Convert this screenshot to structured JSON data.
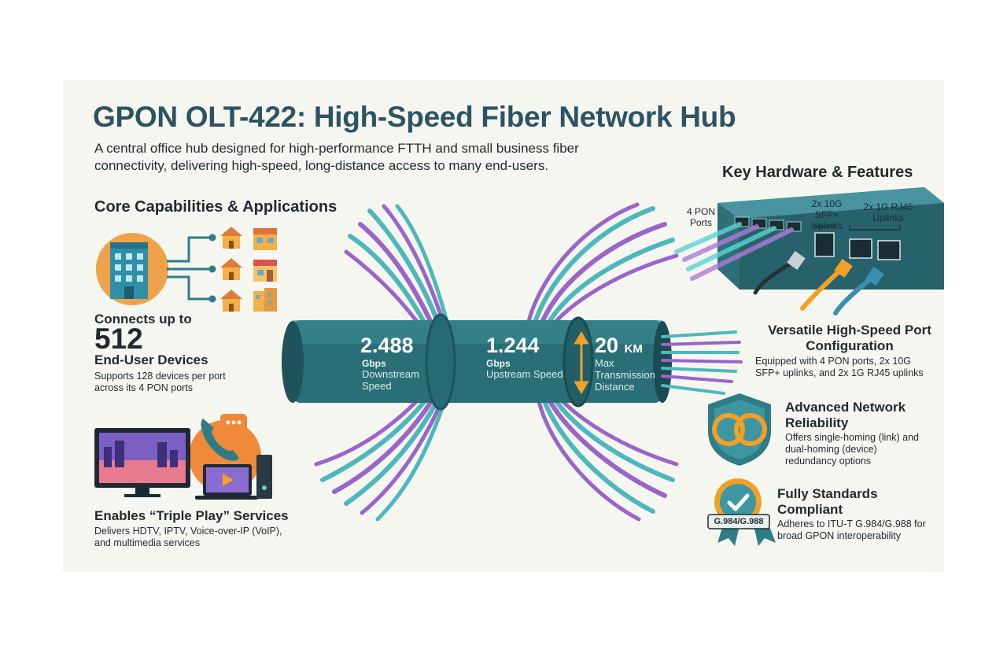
{
  "header": {
    "title": "GPON OLT-422: High-Speed Fiber Network Hub",
    "subtitle": "A central office hub designed for high-performance FTTH and small business fiber connectivity, delivering high-speed, long-distance access to many end-users."
  },
  "core": {
    "heading": "Core Capabilities & Applications",
    "devices": {
      "prefix": "Connects up to",
      "value": "512",
      "suffix": "End-User Devices",
      "description": "Supports 128 devices per port across its 4 PON ports"
    },
    "triple_play": {
      "title": "Enables “Triple Play” Services",
      "description": "Delivers HDTV, IPTV, Voice-over-IP (VoIP), and multimedia services"
    }
  },
  "cable": {
    "downstream": {
      "value": "2.488",
      "unit": "Gbps",
      "label": "Downstream Speed"
    },
    "upstream": {
      "value": "1.244",
      "unit": "Gbps",
      "label": "Upstream Speed"
    },
    "distance": {
      "value": "20",
      "unit": "KM",
      "label": "Max Transmission Distance"
    }
  },
  "hardware": {
    "heading": "Key Hardware & Features",
    "pon_label": "4 PON Ports",
    "sfp_label": "2x 10G SFP+ Uplinks",
    "rj45_label": "2x 1G RJ45 Uplinks",
    "badge_text": "G.984/G.988"
  },
  "features": [
    {
      "title": "Versatile High-Speed Port Configuration",
      "description": "Equipped with 4 PON ports, 2x 10G SFP+ uplinks, and 2x 1G RJ45 uplinks",
      "icon": "switch-icon"
    },
    {
      "title": "Advanced Network Reliability",
      "description": "Offers single-homing (link) and dual-homing (device) redundancy options",
      "icon": "shield-link-icon"
    },
    {
      "title": "Fully Standards Compliant",
      "description": "Adheres to ITU-T G.984/G.988 for broad GPON interoperability",
      "icon": "certificate-badge-icon"
    }
  ],
  "colors": {
    "teal": "#2e7d86",
    "dark_teal": "#23525c",
    "cyan": "#5fd3d3",
    "purple": "#a26bd1",
    "orange": "#f3a028"
  }
}
